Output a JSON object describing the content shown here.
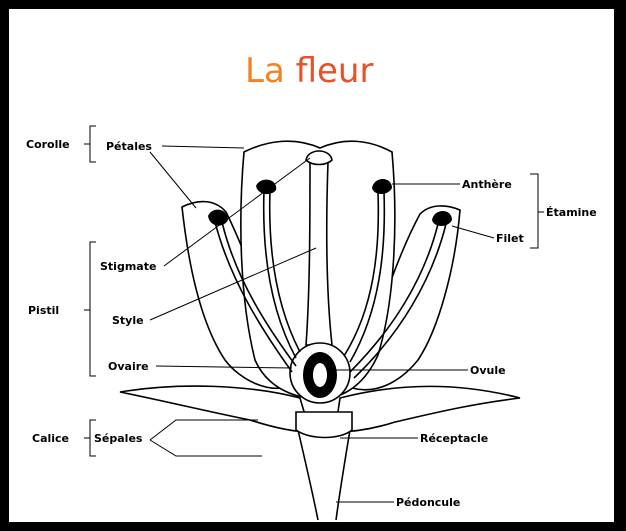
{
  "title": {
    "part1": "La ",
    "part2": "fleur"
  },
  "colors": {
    "title_start": "#f58220",
    "title_end": "#e8502a",
    "frame": "#000000"
  },
  "labels": {
    "corolle": "Corolle",
    "petales": "Pétales",
    "pistil": "Pistil",
    "stigmate": "Stigmate",
    "style": "Style",
    "ovaire": "Ovaire",
    "calice": "Calice",
    "sepales": "Sépales",
    "anthere": "Anthère",
    "etamine": "Étamine",
    "filet": "Filet",
    "ovule": "Ovule",
    "receptacle": "Réceptacle",
    "pedoncule": "Pédoncule"
  }
}
